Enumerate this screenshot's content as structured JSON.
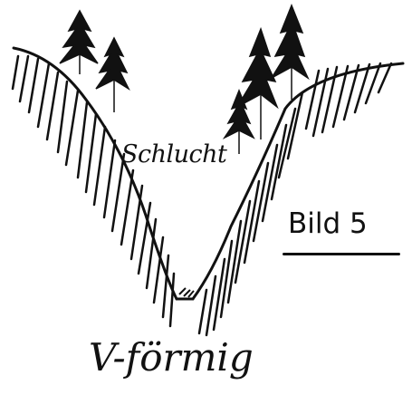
{
  "labels": {
    "gorge": "Schlucht",
    "figure": "Bild 5",
    "shape": "V-förmig"
  },
  "colors": {
    "ink": "#111111",
    "paper": "#ffffff"
  },
  "icons": {
    "trees": "fir-tree-icon"
  }
}
